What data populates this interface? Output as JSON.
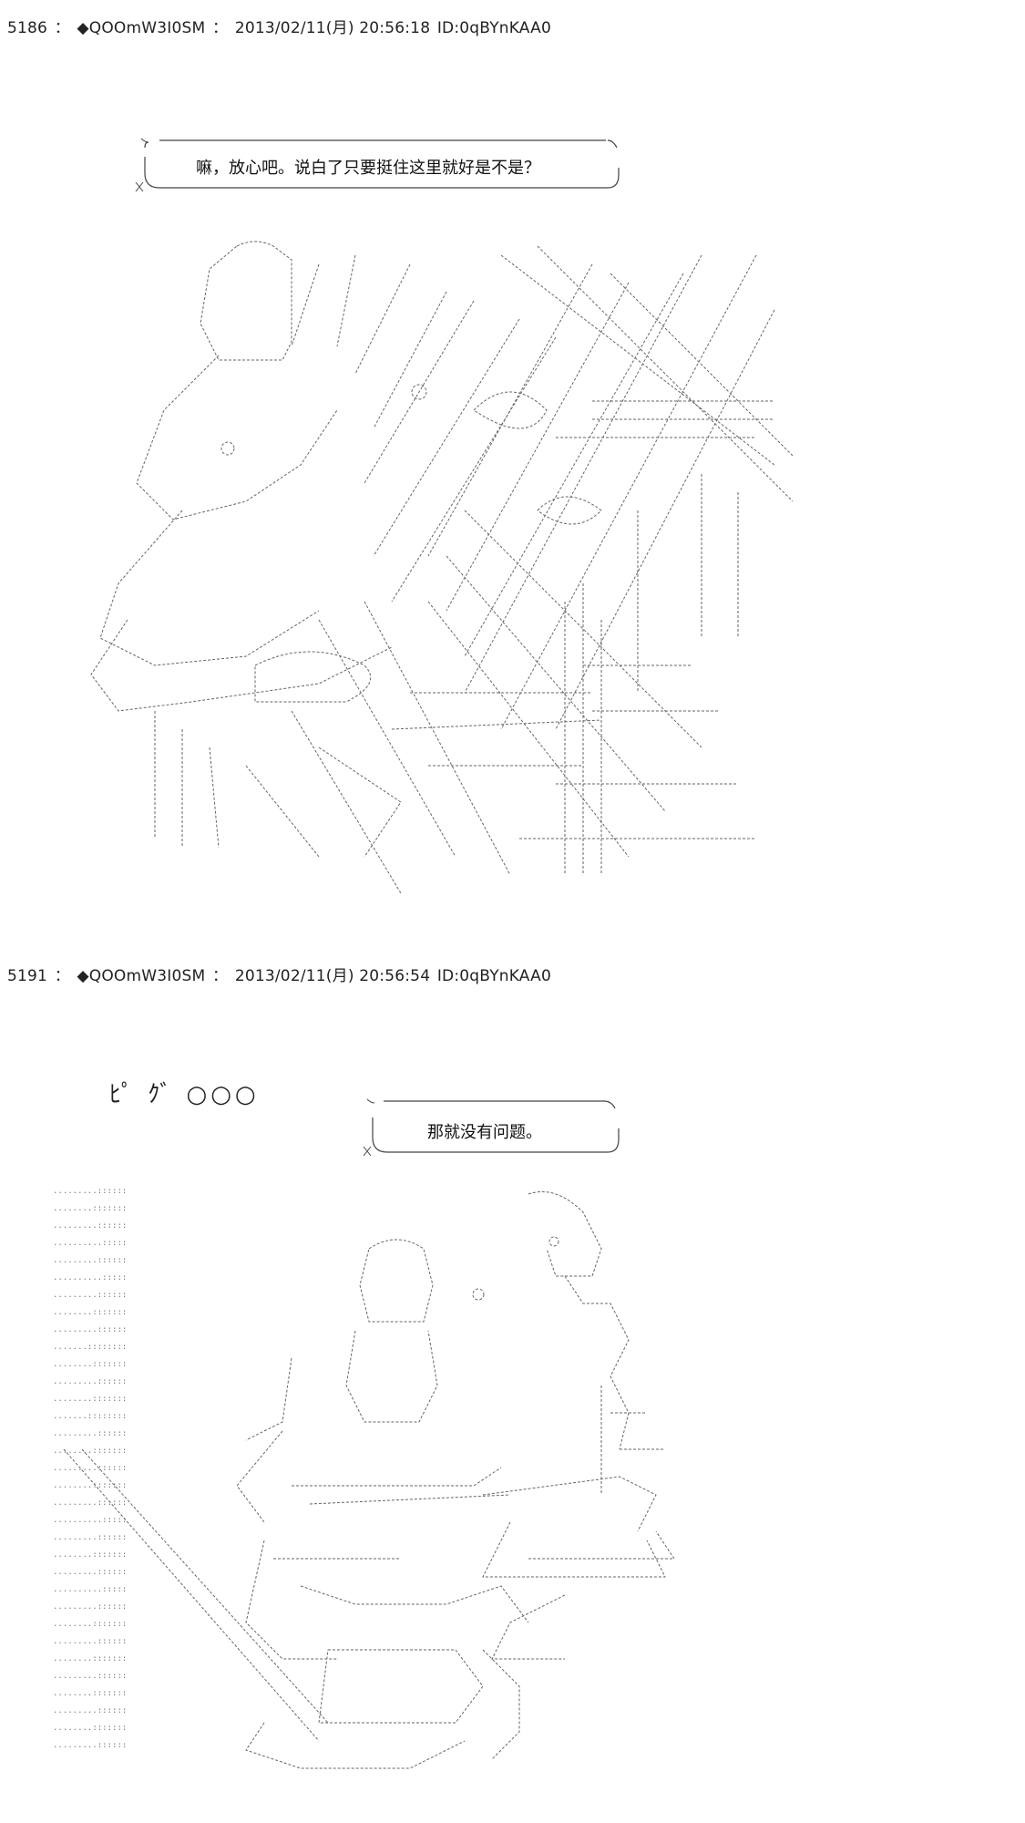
{
  "posts": [
    {
      "number": "5186",
      "sep": "：",
      "author": "◆QOOmW3I0SM",
      "datetime": "2013/02/11(月) 20:56:18",
      "id": "ID:0qBYnKAA0",
      "speech": "嘛，放心吧。说白了只要挺住这里就好是不是？"
    },
    {
      "number": "5191",
      "sep": "：",
      "author": "◆QOOmW3I0SM",
      "datetime": "2013/02/11(月) 20:56:54",
      "id": "ID:0qBYnKAA0",
      "speech": "那就没有问题。",
      "sfx": "ﾋﾟ ｸﾞ ○○○"
    }
  ],
  "colors": {
    "background": "#ffffff",
    "text": "#222222",
    "line": "#555555"
  }
}
